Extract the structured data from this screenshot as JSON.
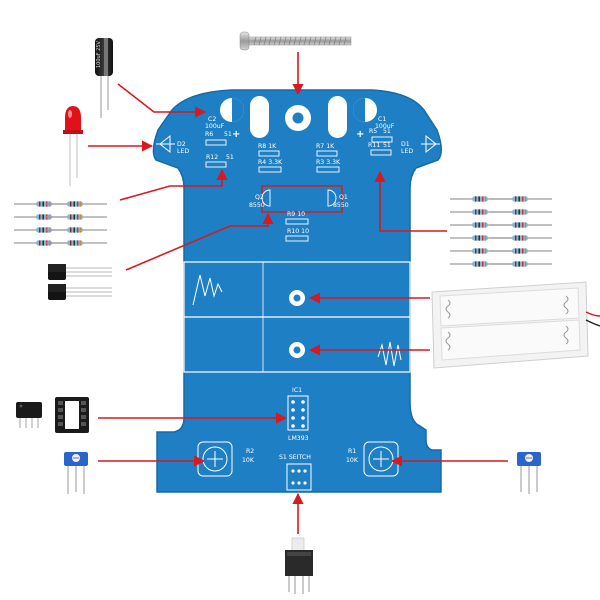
{
  "board": {
    "color": "#1e7fc4",
    "edge_color": "#166aa8",
    "silk_color": "#ffffff",
    "arrow_color": "#d71920"
  },
  "labels": {
    "c2_name": "C2",
    "c2_value": "100uF",
    "c1_name": "C1",
    "c1_value": "100uF",
    "plus": "+",
    "r6": "R6",
    "r6_val": "51",
    "r5": "R5",
    "r5_val": "51",
    "d2_name": "D2",
    "d2_type": "LED",
    "d1_name": "D1",
    "d1_type": "LED",
    "r12": "R12",
    "r12_val": "51",
    "r11": "R11",
    "r11_val": "51",
    "r8": "R8 1K",
    "r7": "R7 1K",
    "r4": "R4 3.3K",
    "r3": "R3 3.3K",
    "q2_name": "Q2",
    "q2_type": "8550",
    "q1_name": "Q1",
    "q1_type": "8550",
    "r9": "R9 10",
    "r10": "R10 10",
    "ic1": "IC1",
    "lm393": "LM393",
    "r2_name": "R2",
    "r2_val": "10K",
    "r1_name": "R1",
    "r1_val": "10K",
    "switch": "S1 SEITCH",
    "cap_body": "100uF 25V"
  },
  "icons": [
    "screw-icon",
    "electrolytic-capacitor-icon",
    "red-led-icon",
    "resistor-icon",
    "transistor-icon",
    "battery-holder-icon",
    "ic-chip-icon",
    "ic-socket-icon",
    "potentiometer-icon",
    "slide-switch-icon"
  ]
}
